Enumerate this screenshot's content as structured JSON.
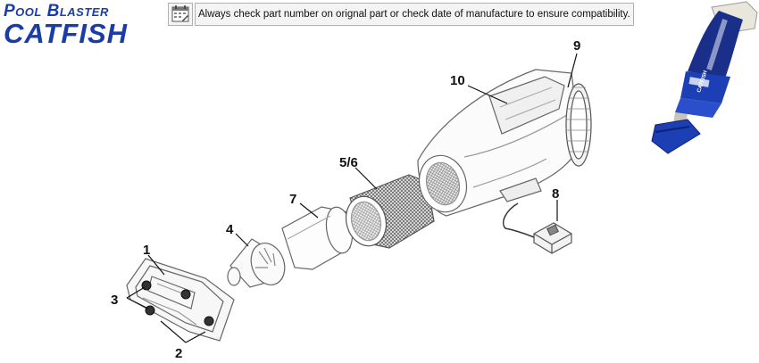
{
  "brand": {
    "line1": "Pool Blaster",
    "line2": "CATFISH"
  },
  "notice": {
    "icon": "calendar-icon",
    "text": "Always check part number on orignal part or check date of manufacture to ensure compatibility."
  },
  "product_photo": {
    "label": "CATFISH",
    "body_color": "#1c3fb5",
    "handle_color": "#1a2f8a"
  },
  "callouts": {
    "c1": "1",
    "c2": "2",
    "c3": "3",
    "c4": "4",
    "c56": "5/6",
    "c7": "7",
    "c8": "8",
    "c9": "9",
    "c10": "10"
  }
}
